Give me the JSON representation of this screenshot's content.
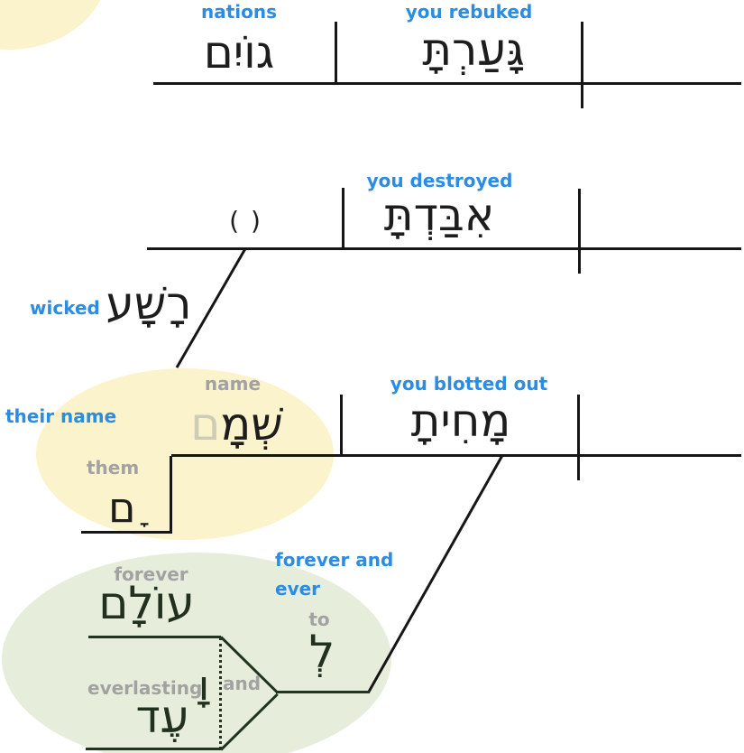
{
  "clause1": {
    "object_gloss": "nations",
    "object_hebrew": "גוֹיִם",
    "verb_gloss": "you rebuked",
    "verb_hebrew": "גָּעַרְתָּ"
  },
  "clause2": {
    "object_placeholder": "(   )",
    "verb_gloss": "you destroyed",
    "verb_hebrew": "אִבַּדְתָּ",
    "modifier_gloss": "wicked",
    "modifier_hebrew": "רָשָׁע"
  },
  "clause3": {
    "phrase_gloss": "their name",
    "noun_gloss": "name",
    "noun_hebrew_stem": "שְׁמָ",
    "noun_hebrew_suffix": "ם",
    "suffix_gloss": "them",
    "suffix_letter": "ם",
    "suffix_vowel": " ָ",
    "verb_gloss": "you blotted out",
    "verb_hebrew": "מָחִיתָ"
  },
  "phrase": {
    "gloss_line1": "forever and",
    "gloss_line2": "ever",
    "prep_gloss": "to",
    "prep_hebrew": "לְ",
    "noun1_gloss": "forever",
    "noun1_hebrew": "עוֹלָם",
    "conj_gloss": "and",
    "conj_hebrew": "וָ",
    "noun2_gloss": "everlasting",
    "noun2_hebrew": "עֶד"
  },
  "colors": {
    "gloss_blue": "#2b8ce4",
    "gloss_gray": "#a2a2a2",
    "highlight_yellow": "#fbf3cb",
    "highlight_green": "#e6eedb",
    "line": "#161616"
  }
}
